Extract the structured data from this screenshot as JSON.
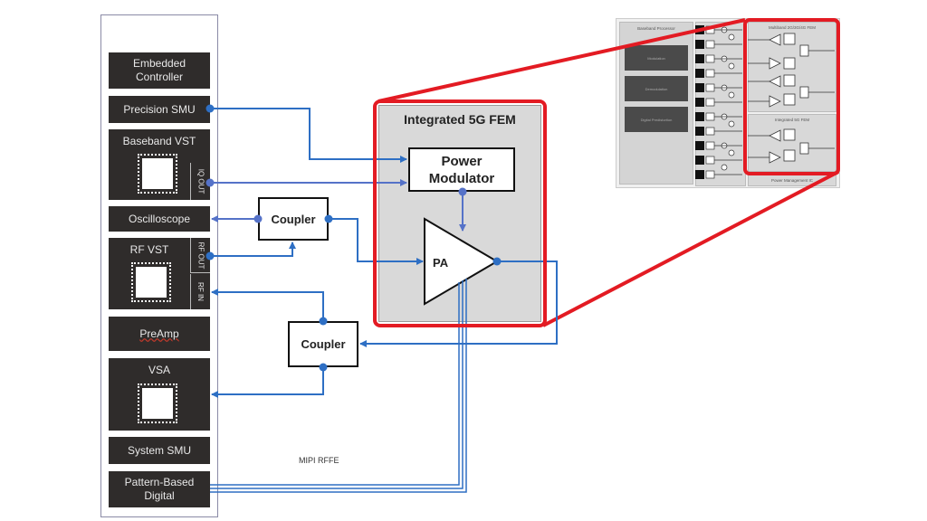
{
  "instruments": {
    "embedded_controller": "Embedded Controller",
    "precision_smu": "Precision SMU",
    "baseband_vst": "Baseband VST",
    "iq_out": "IQ OUT",
    "oscilloscope": "Oscilloscope",
    "rf_vst": "RF VST",
    "rf_out": "RF OUT",
    "rf_in": "RF IN",
    "preamp": "PreAmp",
    "vsa": "VSA",
    "system_smu": "System SMU",
    "pattern_digital": "Pattern-Based Digital"
  },
  "dut": {
    "title": "Integrated 5G FEM",
    "power_modulator": "Power Modulator",
    "pa": "PA"
  },
  "couplers": {
    "upper": "Coupler",
    "lower": "Coupler"
  },
  "bus_label": "MIPI RFFE",
  "colors": {
    "signal": "#2e6fc4",
    "highlight": "#e31b23",
    "instrument": "#2f2c2b",
    "fem_fill": "#d9d9d9"
  },
  "thumbnail": {
    "baseband_title": "Baseband Processor",
    "blocks": [
      "Modulation",
      "Demodulation",
      "Digital Predistortion"
    ],
    "multiband_title": "Multiband 2G/3G/4G FEM",
    "integrated_title": "Integrated 5G FEM",
    "power_mgmt": "Power Management IC"
  }
}
